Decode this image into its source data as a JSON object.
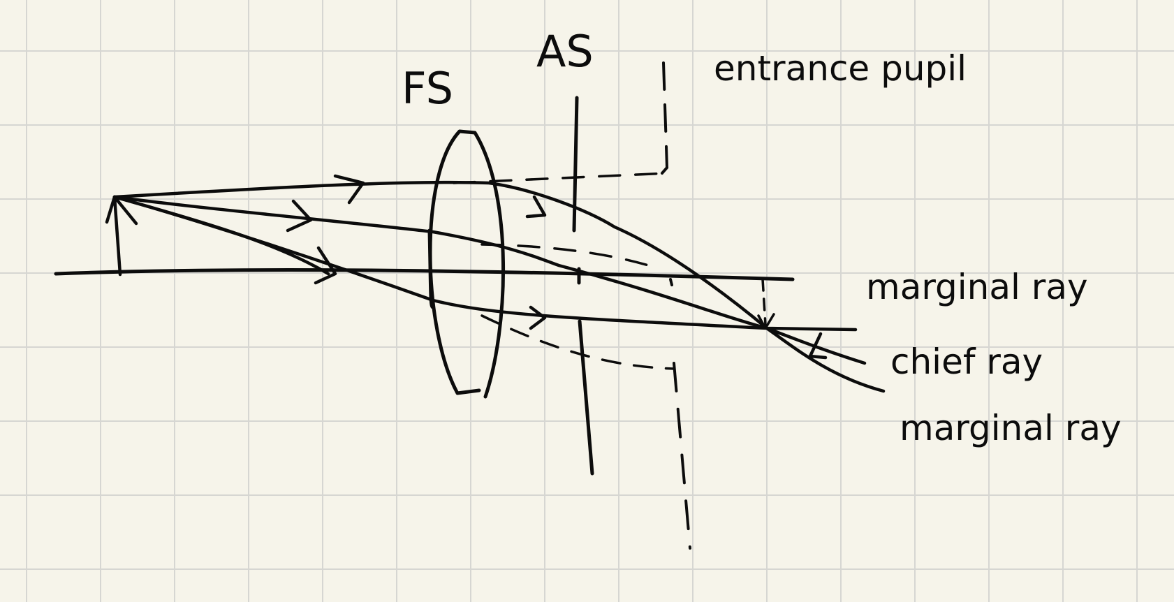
{
  "colors": {
    "paper": "#f6f4ea",
    "grid": "#d6d6d2",
    "ink": "#0c0c0c"
  },
  "labels": {
    "field_stop": "FS",
    "aperture_stop": "AS",
    "entrance_pupil": "entrance pupil",
    "marginal_ray_upper": "marginal ray",
    "chief_ray": "chief ray",
    "marginal_ray_lower": "marginal ray"
  }
}
